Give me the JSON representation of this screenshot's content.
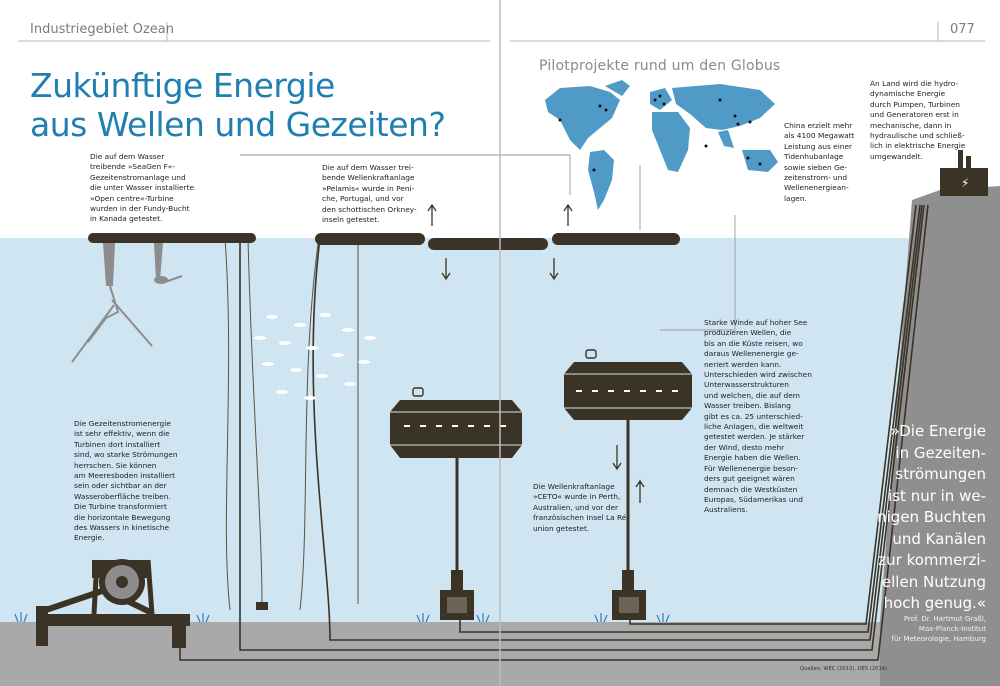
{
  "header": {
    "section": "Industriegebiet Ozean",
    "page_number": "077"
  },
  "title": {
    "line1": "Zukünftige Energie",
    "line2": "aus Wellen und Gezeiten?"
  },
  "map": {
    "heading": "Pilotprojekte rund um den Globus"
  },
  "texts": {
    "seagen": "Die auf dem Wasser\ntreibende »SeaGen F«-\nGezeitenstromanlage und\ndie unter Wasser installierte\n»Open centre«-Turbine\nwurden in der Fundy-Bucht\nin Kanada getestet.",
    "pelamis": "Die auf dem Wasser trei-\nbende Wellenkraftanlage\n»Pelamis« wurde in Peni-\nche, Portugal, und vor\nden schottischen Orkney-\ninseln getestet.",
    "china": "China erzielt mehr\nals 4100 Megawatt\nLeistung aus einer\nTidenhubanlage\nsowie sieben Ge-\nzeitenstrom- und\nWellenenergiean-\nlagen.",
    "land": "An Land wird die hydro-\ndynamische Energie\ndurch Pumpen, Turbinen\nund Generatoren erst in\nmechanische, dann in\nhydraulische und schließ-\nlich in elektrische Energie\numgewandelt.",
    "winds": "Starke Winde auf hoher See\nproduzieren Wellen, die\nbis an die Küste reisen, wo\ndaraus Wellenenergie ge-\nneriert werden kann.\nUnterschieden wird zwischen\nUnterwasserstrukturen\nund welchen, die auf dem\nWasser treiben. Bislang\ngibt es ca. 25 unterschied-\nliche Anlagen, die weltweit\ngetestet werden. Je stärker\nder Wind, desto mehr\nEnergie haben die Wellen.\nFür Wellenenergie beson-\nders gut geeignet wären\ndemnach die Westküsten\nEuropas, Südamerikas und\nAustraliens.",
    "tidal": "Die Gezeitenstromenergie\nist sehr effektiv, wenn die\nTurbinen dort installiert\nsind, wo starke Strömungen\nherrschen. Sie können\nam Meeresboden installiert\nsein oder sichtbar an der\nWasseroberfläche treiben.\nDie Turbine transformiert\ndie horizontale Bewegung\ndes Wassers in kinetische\nEnergie.",
    "ceto": "Die Wellenkraftanlage\n»CETO« wurde in Perth,\nAustralien, und vor der\nfranzösischen Insel La Ré-\nunion getestet."
  },
  "quote": {
    "text": "»Die Energie\nin Gezeiten-\nströmungen\nist nur in we-\nnigen Buchten\nund Kanälen\nzur kommerzi-\nellen Nutzung\nhoch genug.«",
    "author": "Prof. Dr. Hartmut Graßl,\nMax-Planck-Institut\nfür Meteorologie, Hamburg"
  },
  "sources": "Quellen: WEC (2013), OES (2014)",
  "colors": {
    "sea": "#cfe5f1",
    "seabed": "#a9a9a9",
    "coast": "#8f8f8f",
    "structure": "#3a3326",
    "title": "#1f7fb0",
    "map": "#4f9ac6"
  }
}
